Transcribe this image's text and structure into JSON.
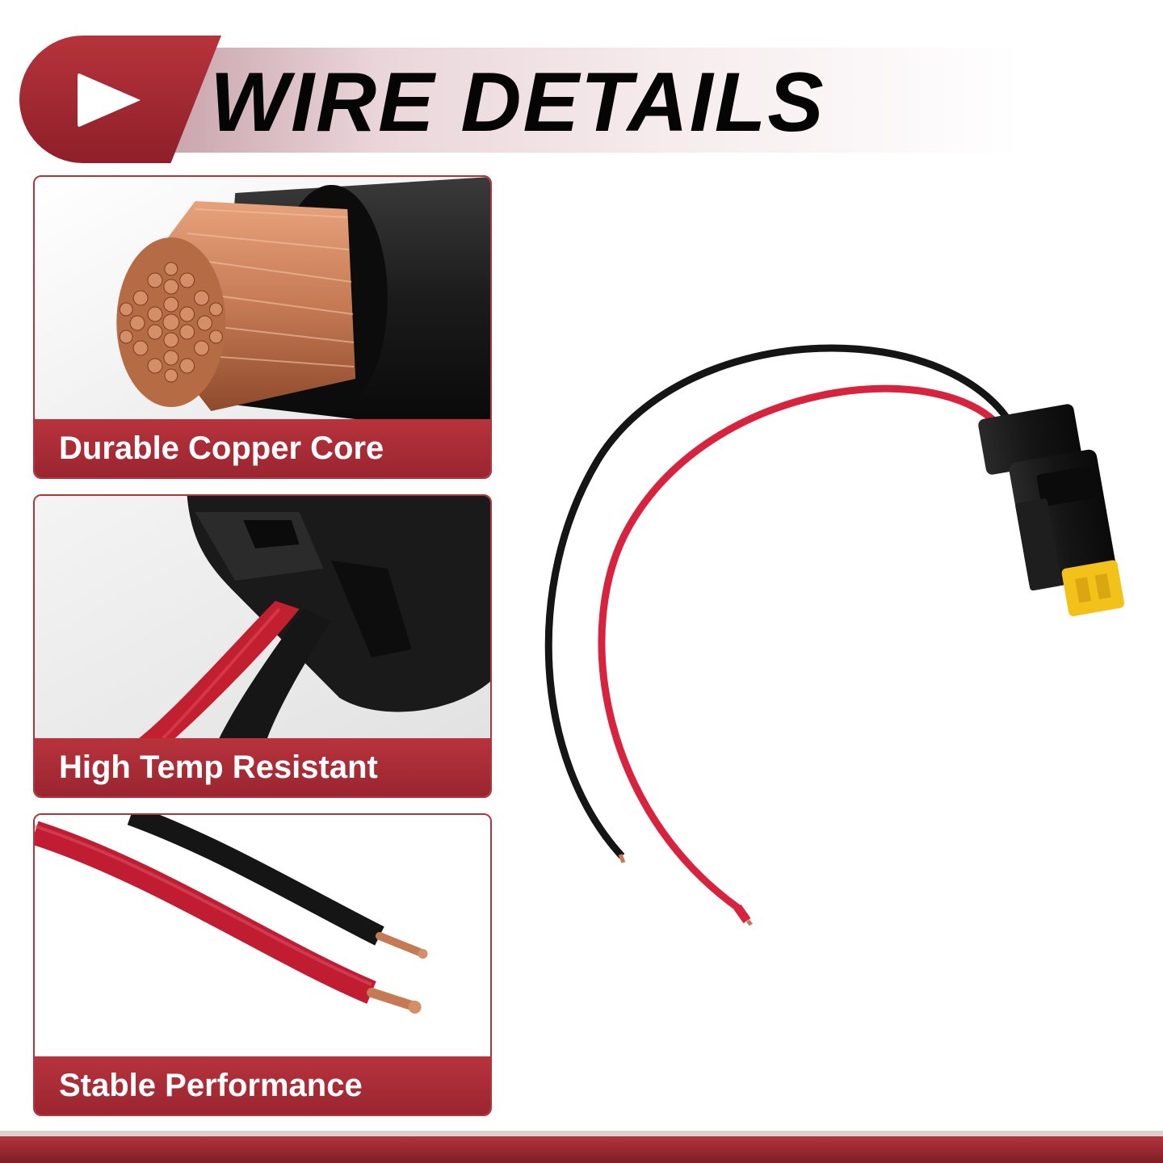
{
  "header": {
    "title": "WIRE DETAILS",
    "icon": "play-icon"
  },
  "features": [
    {
      "label": "Durable Copper Core"
    },
    {
      "label": "High Temp Resistant"
    },
    {
      "label": "Stable Performance"
    }
  ],
  "colors": {
    "accent": "#b3343c",
    "accent_dark": "#8e1f29",
    "wire_red": "#d8233e",
    "wire_black": "#151515",
    "copper": "#c57a54",
    "connector_yellow": "#f2c21b"
  }
}
